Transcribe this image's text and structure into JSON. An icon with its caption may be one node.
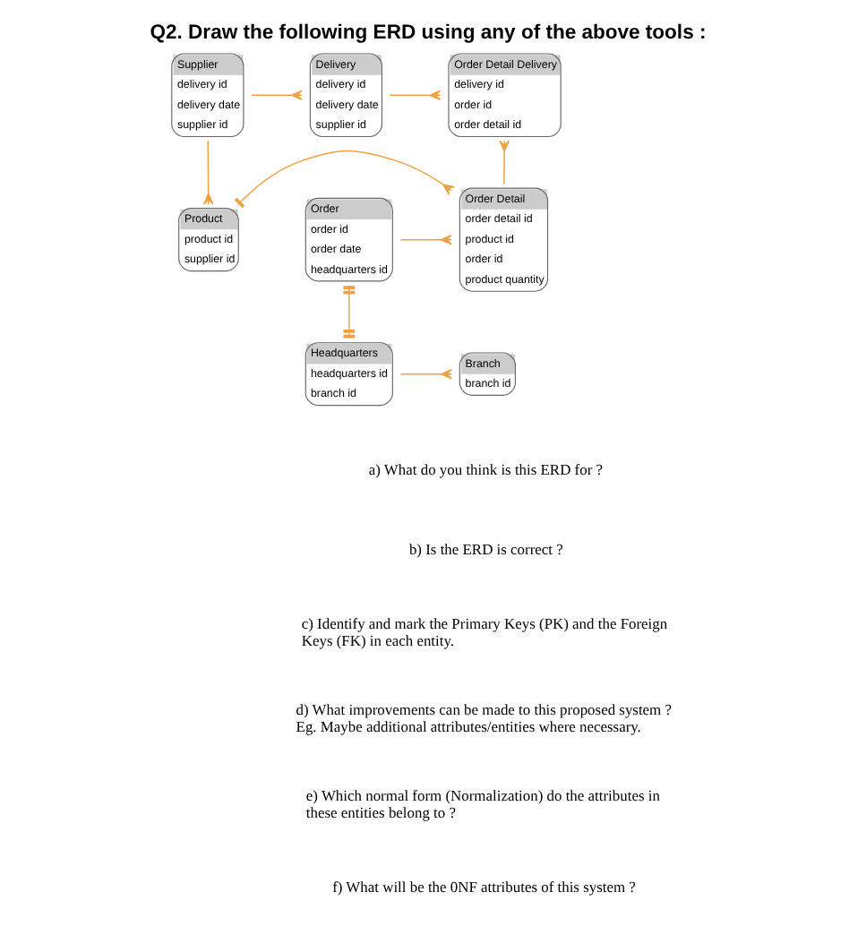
{
  "diagram": {
    "title": "Q2. Draw the following ERD using any of the above tools :",
    "nodes": [
      {
        "text": [
          "Supplier",
          "delivery id",
          "delivery date",
          "supplier id"
        ]
      },
      {
        "text": [
          "Delivery",
          "delivery id",
          "delivery date",
          "supplier id"
        ]
      },
      {
        "text": [
          "Order Detail Delivery",
          "delivery id",
          "order id",
          "order detail id"
        ]
      },
      {
        "text": [
          "Product",
          "product id",
          "supplier id"
        ]
      },
      {
        "text": [
          "Order Detail",
          "order detail id",
          "product id",
          "order id",
          "product quantity"
        ]
      },
      {
        "text": [
          "Order",
          "order id",
          "order date",
          "headquarters id"
        ]
      },
      {
        "text": [
          "Branch",
          "branch id"
        ]
      },
      {
        "text": [
          "Headquarters",
          "headquarters id",
          "branch id"
        ]
      }
    ],
    "edges": [
      {
        "from": 0,
        "to": 1,
        "arrow": "other"
      },
      {
        "from": 1,
        "to": 2,
        "arrow": "other"
      },
      {
        "from": 0,
        "to": 3,
        "arrow": "other"
      },
      {
        "from": 4,
        "to": 2,
        "arrow": "other"
      },
      {
        "from": 3,
        "to": 4,
        "arrow": "other"
      },
      {
        "from": 5,
        "to": 4,
        "arrow": "other"
      },
      {
        "from": 5,
        "to": 7,
        "arrow": "other"
      },
      {
        "from": 7,
        "to": 6,
        "arrow": "other"
      }
    ],
    "labels": [
      "a) What do you think is this ERD for ?",
      "b) Is the ERD is correct ?",
      "c) Identify and mark the Primary Keys (PK) and the Foreign Keys (FK) in each entity.",
      "d) What improvements can be made to this proposed system ? Eg. Maybe additional attributes/entities where necessary.",
      "e) Which normal form (Normalization) do the attributes in these entities belong to ?",
      "f) What will be the 0NF attributes of this system ?"
    ]
  }
}
